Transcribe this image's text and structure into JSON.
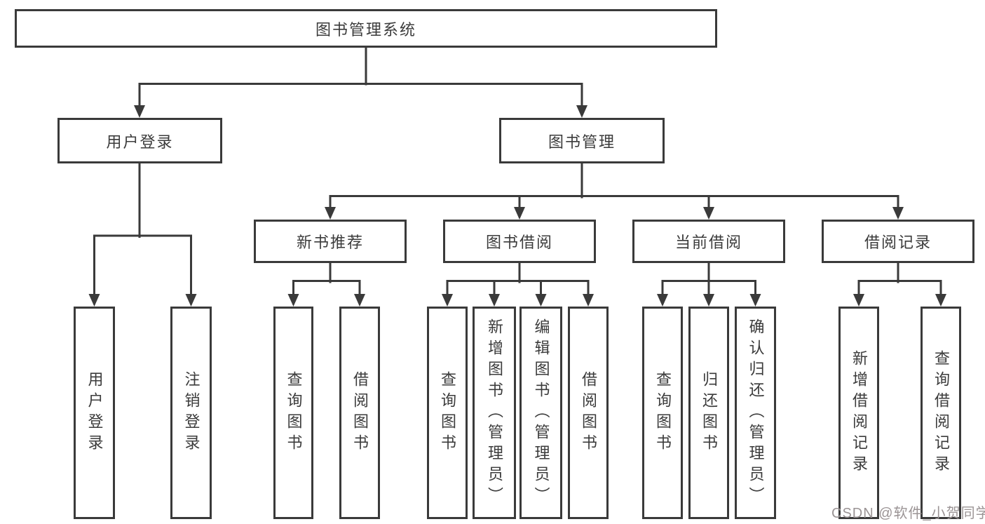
{
  "tree": {
    "root": "图书管理系统",
    "level2": {
      "user_login": "用户登录",
      "book_mgmt": "图书管理"
    },
    "level3": {
      "new_books": "新书推荐",
      "borrow": "图书借阅",
      "current": "当前借阅",
      "records": "借阅记录"
    },
    "leaves": {
      "user_login": [
        "用户登录",
        "注销登录"
      ],
      "new_books": [
        "查询图书",
        "借阅图书"
      ],
      "borrow": [
        "查询图书",
        "新增图书（管理员）",
        "编辑图书（管理员）",
        "借阅图书"
      ],
      "current": [
        "查询图书",
        "归还图书",
        "确认归还（管理员）"
      ],
      "records": [
        "新增借阅记录",
        "查询借阅记录"
      ]
    }
  },
  "watermark": "CSDN @软件_小贺同学",
  "colors": {
    "line": "#3a3a3a",
    "text": "#3b3b3b",
    "watermark": "#9b9495"
  }
}
